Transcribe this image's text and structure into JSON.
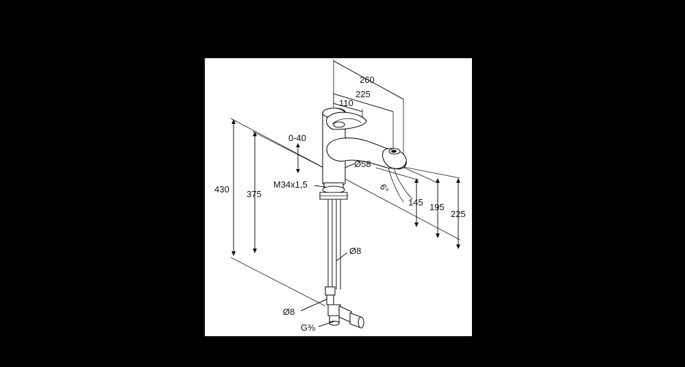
{
  "colors": {
    "background": "#000000",
    "panel": "#ffffff",
    "ink": "#111111"
  },
  "dimensions": {
    "spout_reach_total": "260",
    "spout_reach_mid": "225",
    "spout_reach_short": "110",
    "lever_travel": "0-40",
    "body_diameter": "Ø58",
    "spray_angle": "6°",
    "thread": "M34x1,5",
    "outlet_height_low": "145",
    "outlet_height_mid": "195",
    "outlet_height_high": "225",
    "total_height": "430",
    "shank_height": "375",
    "hose_diameter_upper": "Ø8",
    "hose_diameter_lower": "Ø8",
    "connection_thread": "G⅜"
  }
}
